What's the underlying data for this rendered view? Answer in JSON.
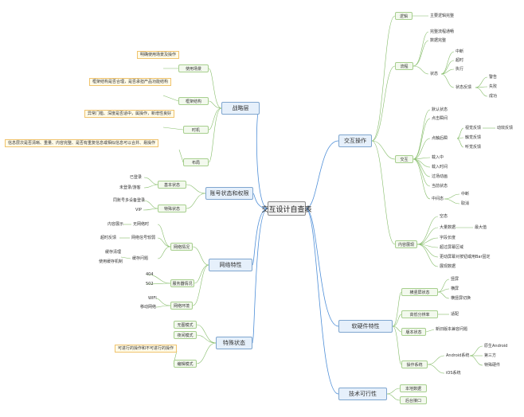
{
  "title": "交互设计自查表",
  "branches": {
    "strategy": "战略层",
    "account": "账号状态和权限",
    "network": "网络特性",
    "special": "特殊状态",
    "interaction": "交互操作",
    "hardware": "软硬件特性",
    "tech": "技术可行性"
  },
  "strategy": {
    "scene": "使用场景",
    "scene_note": "明确使用场景及操作",
    "framework": "框架结构",
    "framework_note": "框架结构是否合理，是否承担产品功能结构",
    "timing": "时机",
    "timing_note": "异常门槛、深度是否适中，属操作，新增性良好",
    "layout": "布局",
    "layout_note": "信息层次是否清晰、重量、内容完整、是否有重复信息或相似信息可以合并、易操作"
  },
  "account": {
    "basic": "基本状态",
    "logged_in": "已登录",
    "not_logged_in": "未登录/游客",
    "special": "特殊状态",
    "multi_device": "同账号多设备登录",
    "vip": "VIP"
  },
  "network": {
    "net_status": "网络情况",
    "content_display": "内容展示",
    "no_network": "无网络时",
    "timeout_feedback": "超时反馈",
    "weak_signal": "网络信号较弱",
    "cache_clear": "缓存清理",
    "cache_issue": "缓存问题",
    "cache_mechanism": "使用缓存机制",
    "server": "服务器情况",
    "e404": "404",
    "e502": "502",
    "env": "网络环境",
    "wifi": "WIFI",
    "mobile": "移动网络"
  },
  "special": {
    "no_image": "无图模式",
    "night": "夜间模式",
    "edit": "编辑模式",
    "edit_note": "可进行的操作和不可进行的操作"
  },
  "interaction": {
    "logic": "逻辑",
    "logic_item": "主要逻辑完整",
    "flow": "流程",
    "flow_items": [
      "完整流程通畅",
      "数据完整"
    ],
    "flow_state": "状态",
    "flow_state_items": [
      "中断",
      "超时",
      "执行"
    ],
    "flow_feedback": "状态反馈",
    "flow_feedback_items": [
      "警告",
      "失败",
      "成功"
    ],
    "interact": "交互",
    "interact_items": [
      "默认状态",
      "点击瞬间"
    ],
    "click_after": "点触后瞬",
    "visual_fb": "视觉反馈",
    "visual_fb_item": "动效反馈",
    "touch_fb": "触觉反馈",
    "audio_fb": "听觉反馈",
    "interact_more": [
      "载入中",
      "载入时间",
      "过场动画",
      "当前状态"
    ],
    "switch": "中间态",
    "switch_items": [
      "中断",
      "取消"
    ],
    "content": "内容展现",
    "content_items": [
      "空态",
      "大量数据",
      "字段长度",
      "超过屏幕区域",
      "更动屏幕对按钮或用Bar固定",
      "展现数据"
    ],
    "max_value": "最大值"
  },
  "hardware": {
    "landscape": "横竖屏状态",
    "landscape_items": [
      "竖屏",
      "横屏",
      "横竖屏切换"
    ],
    "resolution": "高低分辨率",
    "resolution_item": "适配",
    "version": "版本状态",
    "version_item": "新旧版本兼容问题",
    "os": "操作系统",
    "android": "Android系统",
    "android_items": [
      "原生Android",
      "第三方",
      "特殊硬件"
    ],
    "ios": "iOS系统"
  },
  "tech": {
    "local": "本地数据",
    "backend": "后台接口"
  },
  "colors": {
    "line": "#4f8fd8",
    "main_border": "#7fa6cf",
    "sub_border": "#a7cf8e",
    "note_border": "#f0c36d"
  }
}
